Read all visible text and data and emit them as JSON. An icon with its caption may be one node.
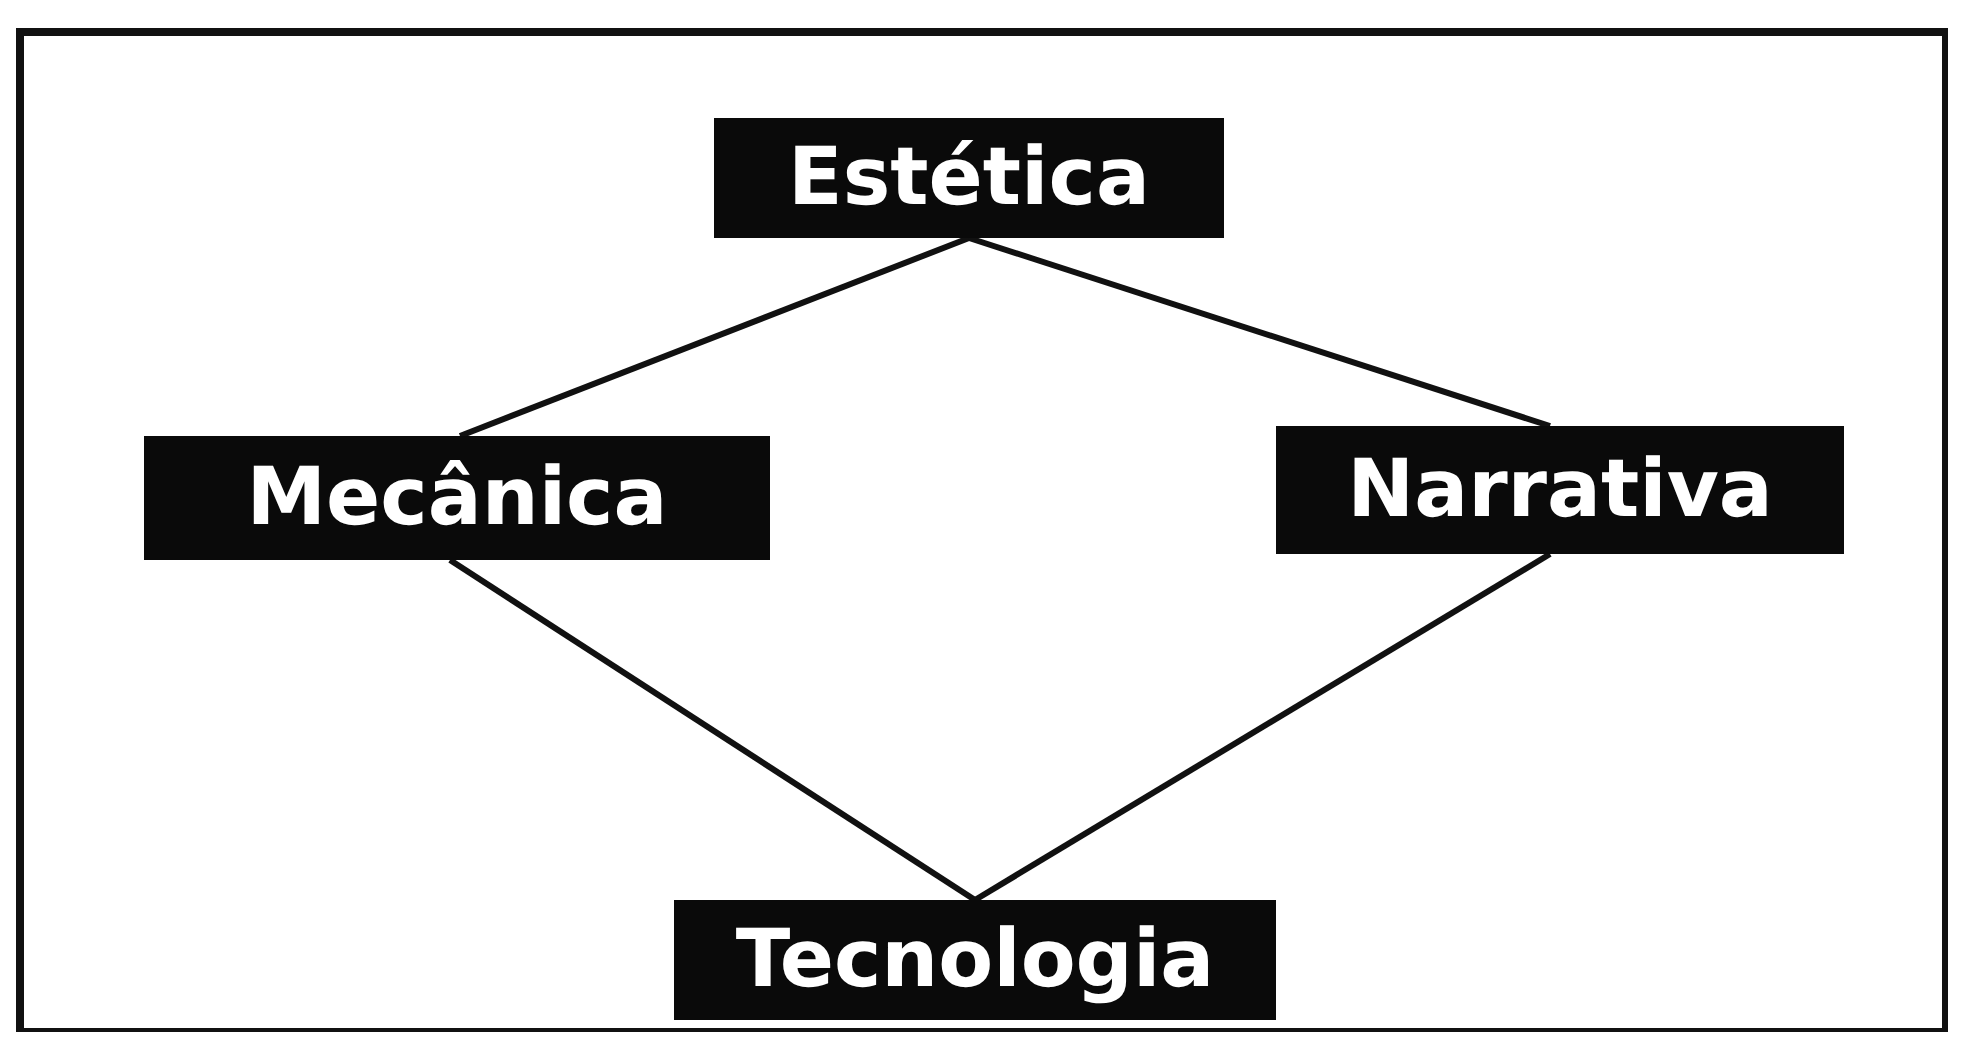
{
  "diagram": {
    "nodes": [
      {
        "text": [
          "Estética"
        ]
      },
      {
        "text": [
          "Mecânica"
        ]
      },
      {
        "text": [
          "Narrativa"
        ]
      },
      {
        "text": [
          "Tecnologia"
        ]
      }
    ],
    "edges": [
      {
        "from": 0,
        "to": 1,
        "arrow": "none"
      },
      {
        "from": 0,
        "to": 2,
        "arrow": "none"
      },
      {
        "from": 1,
        "to": 3,
        "arrow": "none"
      },
      {
        "from": 2,
        "to": 3,
        "arrow": "none"
      }
    ]
  }
}
